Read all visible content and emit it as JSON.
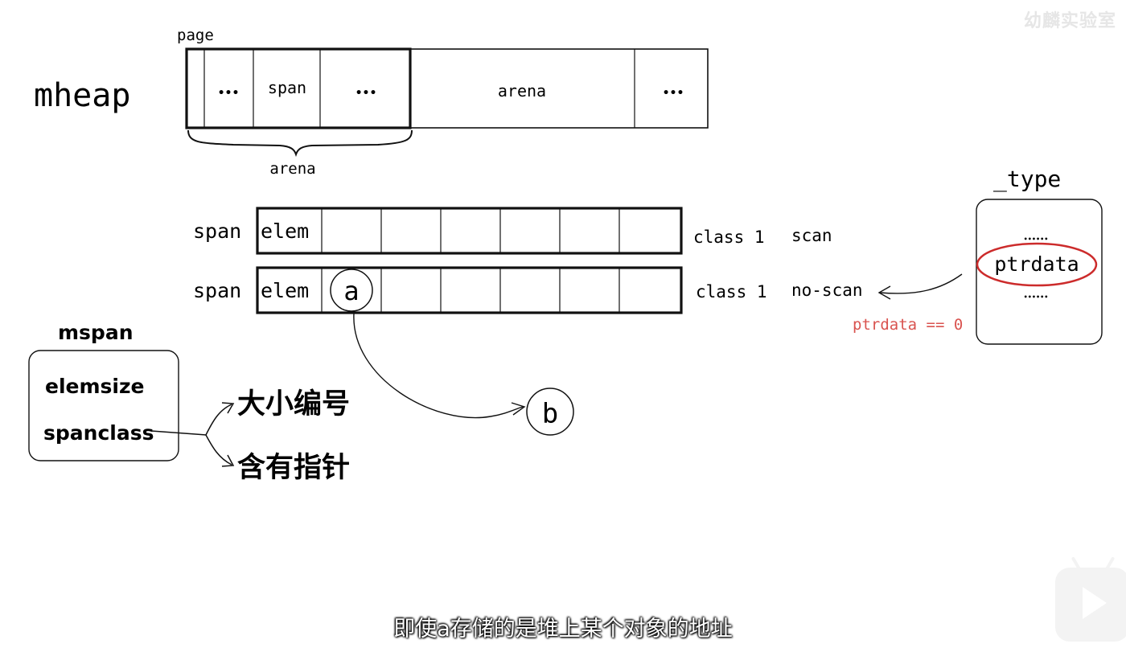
{
  "mheap": {
    "label": "mheap",
    "page_label": "page",
    "cells": [
      "•••",
      "span",
      "•••",
      "arena",
      "•••"
    ],
    "brace_label": "arena"
  },
  "spans": [
    {
      "label": "span",
      "first_cell": "elem",
      "class_label": "class 1",
      "type_label": "scan",
      "marked_cell": ""
    },
    {
      "label": "span",
      "first_cell": "elem",
      "class_label": "class 1",
      "type_label": "no-scan",
      "marked_cell": "a"
    }
  ],
  "pointer_target": "b",
  "mspan": {
    "title": "mspan",
    "fields": [
      "elemsize",
      "spanclass"
    ],
    "spanclass_meanings": [
      "大小编号",
      "含有指针"
    ]
  },
  "type_struct": {
    "title": "_type",
    "dots_top": "••••••",
    "field": "ptrdata",
    "dots_bottom": "••••••",
    "condition": "ptrdata == 0"
  },
  "colors": {
    "highlight": "#cc2b2b",
    "condition_text": "#d9534f"
  },
  "subtitle": "即使a存储的是堆上某个对象的地址",
  "watermark": "幼麟实验室"
}
